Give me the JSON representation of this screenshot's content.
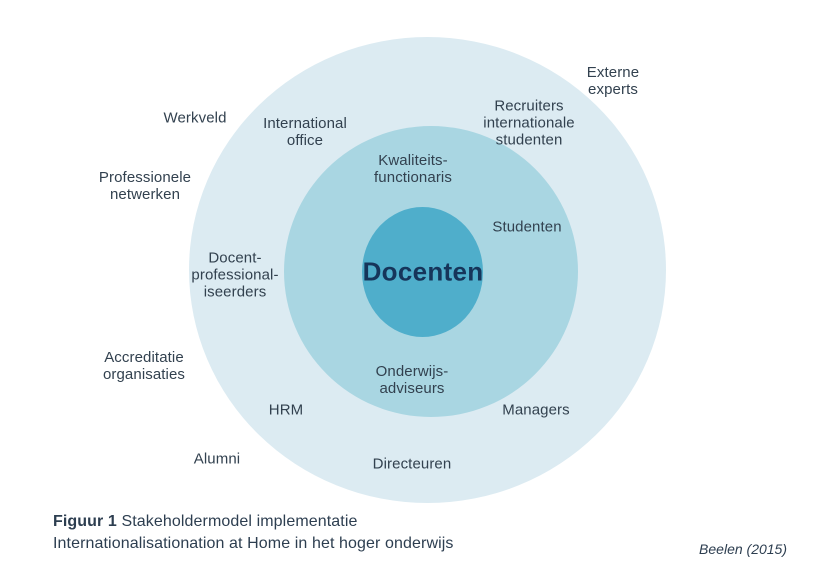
{
  "figure": {
    "center_label": "Docenten",
    "rings": [
      {
        "name": "outer-ring",
        "color": "#dcebf2"
      },
      {
        "name": "middle-ring",
        "color": "#a9d6e2"
      },
      {
        "name": "inner-circle",
        "color": "#4faecb"
      }
    ],
    "labels": [
      {
        "text": "Werkveld"
      },
      {
        "text": "International\noffice"
      },
      {
        "text": "Externe\nexperts"
      },
      {
        "text": "Recruiters\ninternationale\nstudenten"
      },
      {
        "text": "Kwaliteits-\nfunctionaris"
      },
      {
        "text": "Studenten"
      },
      {
        "text": "Professionele\nnetwerken"
      },
      {
        "text": "Docent-\nprofessional-\niseerders"
      },
      {
        "text": "Accreditatie\norganisaties"
      },
      {
        "text": "HRM"
      },
      {
        "text": "Alumni"
      },
      {
        "text": "Onderwijs-\nadviseurs"
      },
      {
        "text": "Directeuren"
      },
      {
        "text": "Managers"
      }
    ]
  },
  "caption": {
    "figure_label": "Figuur 1",
    "title": "Stakeholdermodel implementatie",
    "subtitle": "Internationalisationation at Home in het hoger onderwijs",
    "source": "Beelen (2015)"
  },
  "colors": {
    "background": "#ffffff",
    "outer_ring": "#dcebf2",
    "middle_ring": "#a9d6e2",
    "inner_circle": "#4faecb",
    "label_text": "#32414f",
    "center_text": "#16355a"
  }
}
